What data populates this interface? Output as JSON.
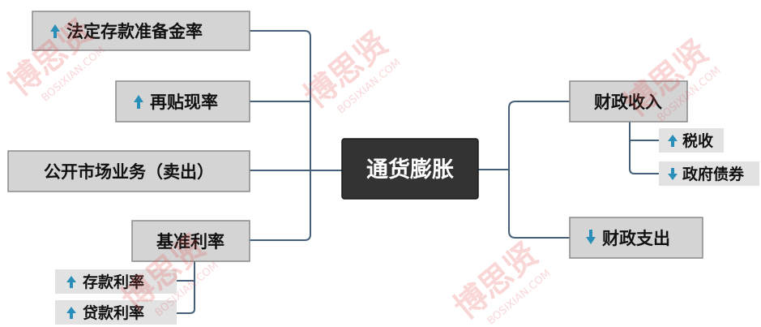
{
  "center": {
    "label": "通货膨胀"
  },
  "left_branches": [
    {
      "label": "法定存款准备金率",
      "arrow": "up"
    },
    {
      "label": "再贴现率",
      "arrow": "up"
    },
    {
      "label": "公开市场业务（卖出）",
      "arrow": ""
    },
    {
      "label": "基准利率",
      "arrow": ""
    }
  ],
  "rate_children": [
    {
      "label": "存款利率",
      "arrow": "up"
    },
    {
      "label": "贷款利率",
      "arrow": "up"
    }
  ],
  "right_branches": [
    {
      "label": "财政收入",
      "arrow": ""
    },
    {
      "label": "财政支出",
      "arrow": "down"
    }
  ],
  "revenue_children": [
    {
      "label": "税收",
      "arrow": "up"
    },
    {
      "label": "政府债券",
      "arrow": "down"
    }
  ],
  "watermark": {
    "brand": "博思贤",
    "site": "BOSIXIAN.COM"
  },
  "colors": {
    "arrow_up": "#2a8fb8",
    "arrow_down": "#2a8fb8",
    "center_fill": "#333333",
    "node_fill": "#d4d4d4",
    "connector": "#46607a",
    "watermark": "#e64a4a"
  }
}
